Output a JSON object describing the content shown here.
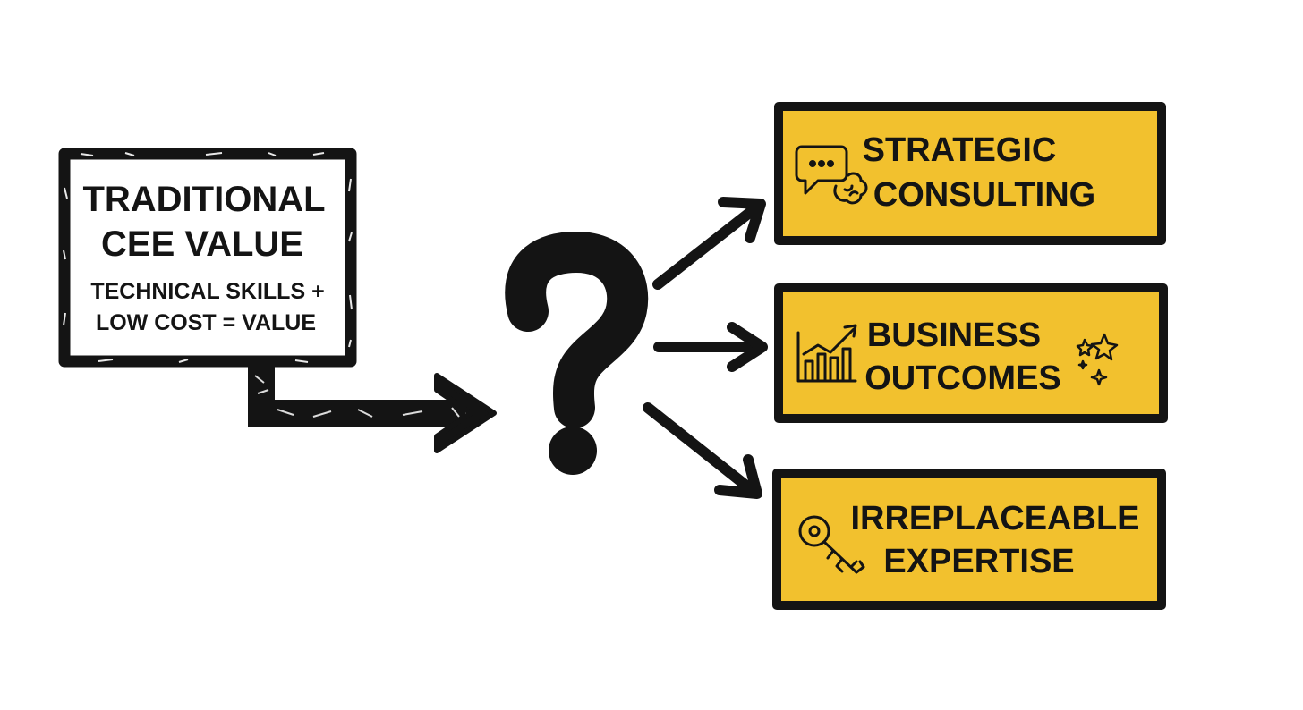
{
  "traditional": {
    "title_line1": "TRADITIONAL",
    "title_line2": "CEE VALUE",
    "formula_line1": "TECHNICAL SKILLS +",
    "formula_line2": "LOW COST = VALUE"
  },
  "center": {
    "symbol": "?"
  },
  "outcomes": [
    {
      "line1": "STRATEGIC",
      "line2": "CONSULTING",
      "icon": "chat-brain-icon"
    },
    {
      "line1": "BUSINESS",
      "line2": "OUTCOMES",
      "icon": "growth-chart-icon"
    },
    {
      "line1": "IRREPLACEABLE",
      "line2": "EXPERTISE",
      "icon": "key-icon"
    }
  ],
  "colors": {
    "ink": "#141414",
    "box_fill": "#f2c12e",
    "background": "#ffffff"
  }
}
